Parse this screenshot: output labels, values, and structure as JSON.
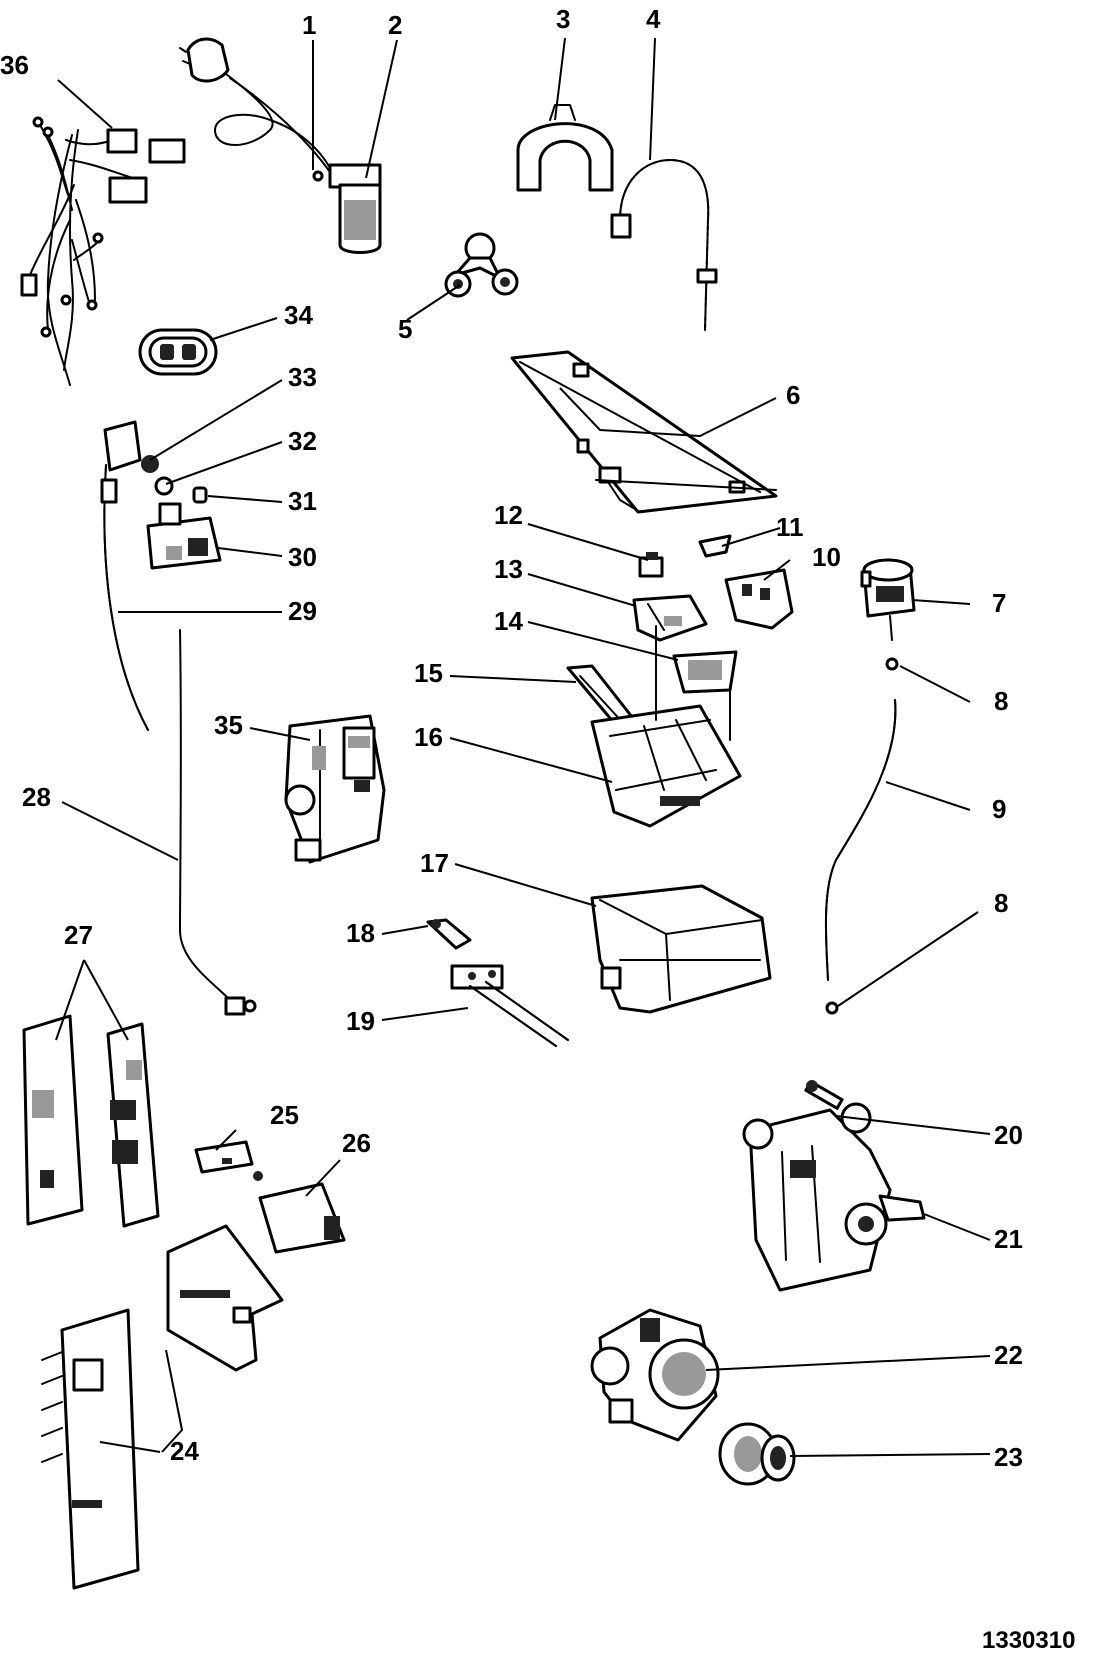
{
  "diagram": {
    "document_number": "1330310",
    "callouts": [
      "1",
      "2",
      "3",
      "4",
      "5",
      "6",
      "7",
      "8",
      "9",
      "8",
      "10",
      "11",
      "12",
      "13",
      "14",
      "15",
      "16",
      "17",
      "18",
      "19",
      "20",
      "21",
      "22",
      "23",
      "24",
      "25",
      "26",
      "27",
      "28",
      "29",
      "30",
      "31",
      "32",
      "33",
      "34",
      "35",
      "36"
    ]
  }
}
